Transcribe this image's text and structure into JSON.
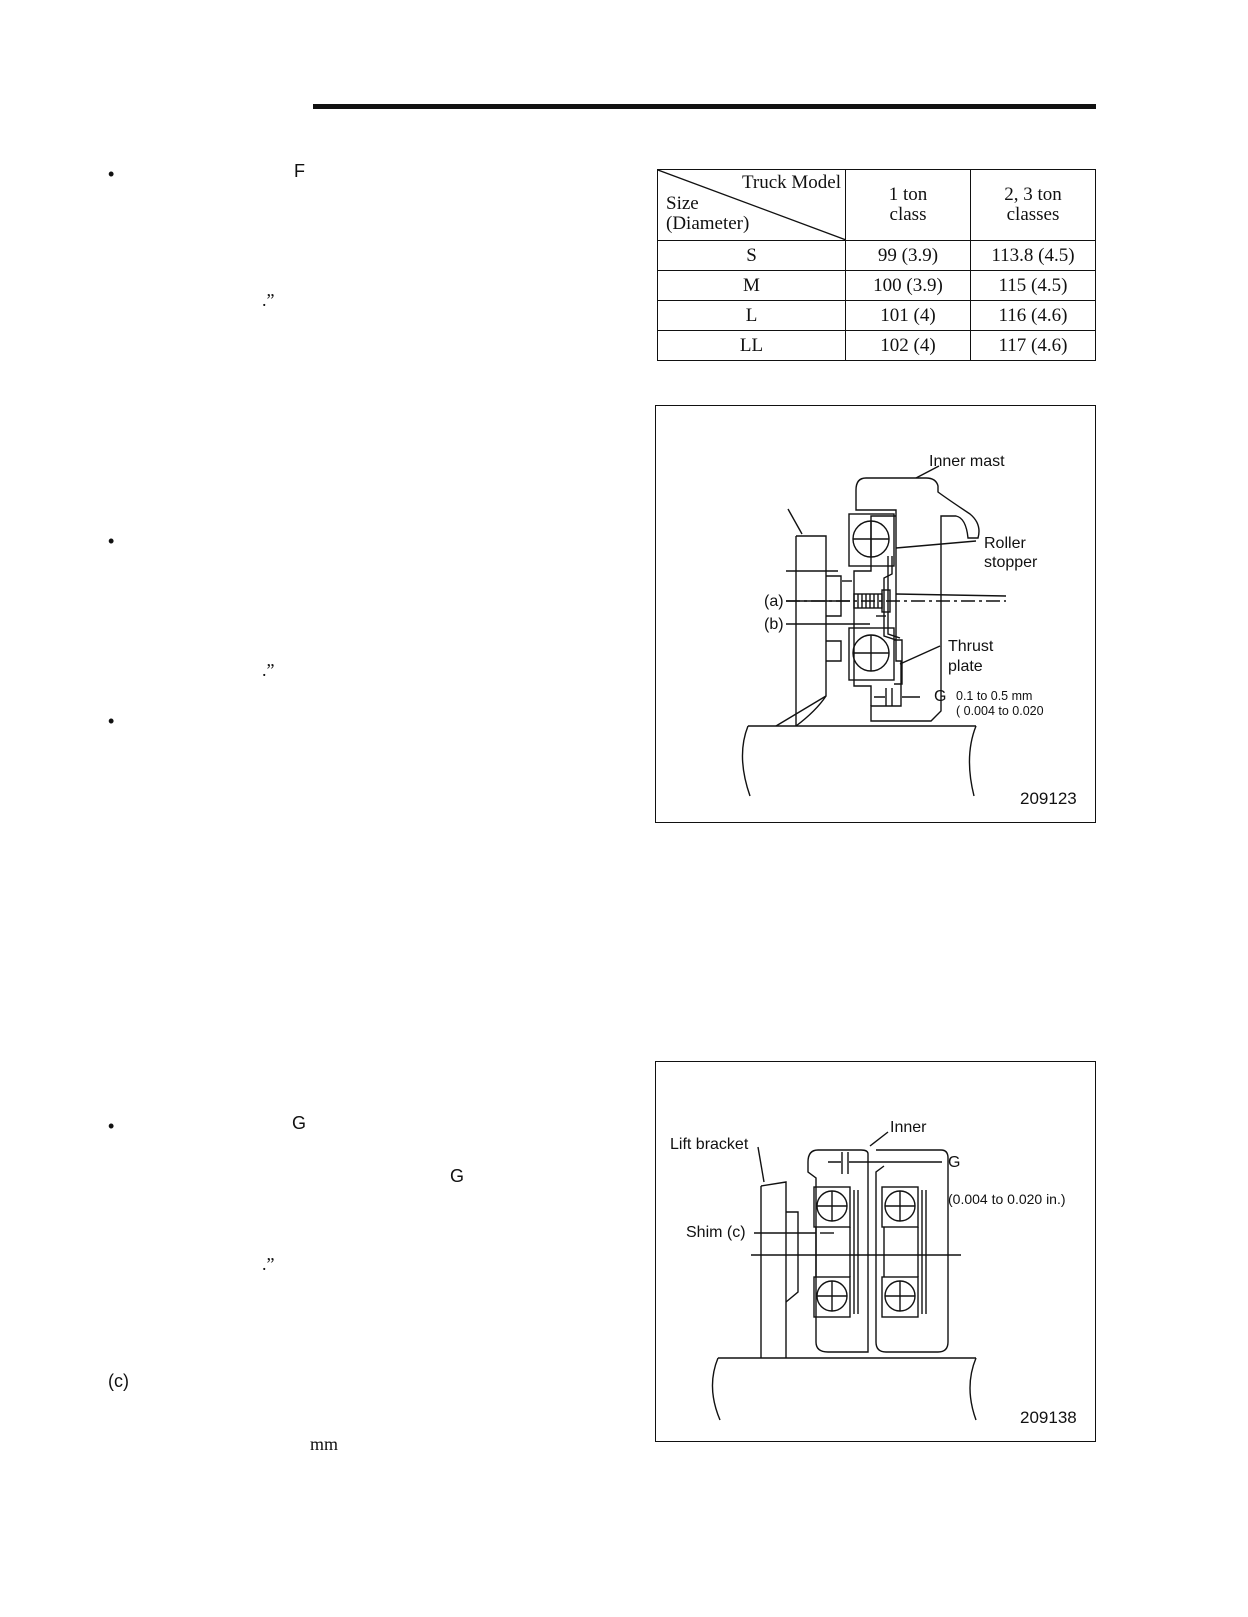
{
  "left_column": {
    "bullets": [
      "•",
      "•",
      "•",
      "•"
    ],
    "frag_F": "F",
    "quote_close_1": ".”",
    "quote_close_2": ".”",
    "frag_G1": "G",
    "frag_G2": "G",
    "quote_close_3": ".”",
    "ref_c": "(c)",
    "unit_mm": "mm"
  },
  "table": {
    "header_diag_top": "Truck Model",
    "header_diag_bottom_1": "Size",
    "header_diag_bottom_2": "(Diameter)",
    "col1_line1": "1 ton",
    "col1_line2": "class",
    "col2_line1": "2, 3 ton",
    "col2_line2": "classes",
    "rows": [
      {
        "size": "S",
        "one_ton": "99 (3.9)",
        "two_three_ton": "113.8 (4.5)"
      },
      {
        "size": "M",
        "one_ton": "100 (3.9)",
        "two_three_ton": "115 (4.5)"
      },
      {
        "size": "L",
        "one_ton": "101 (4)",
        "two_three_ton": "116 (4.6)"
      },
      {
        "size": "LL",
        "one_ton": "102 (4)",
        "two_three_ton": "117 (4.6)"
      }
    ]
  },
  "figure1": {
    "inner_mast": "Inner mast",
    "roller_stopper_1": "Roller",
    "roller_stopper_2": "stopper",
    "label_a": "(a)",
    "label_b": "(b)",
    "thrust_plate_1": "Thrust",
    "thrust_plate_2": "plate",
    "label_g": "G",
    "gap_mm": "0.1 to 0.5 mm",
    "gap_in": "( 0.004 to 0.020",
    "figure_number": "209123"
  },
  "figure2": {
    "lift_bracket": "Lift bracket",
    "inner": "Inner",
    "label_g": "G",
    "gap_in": "(0.004 to 0.020 in.)",
    "shim": "Shim (c)",
    "figure_number": "209138"
  }
}
